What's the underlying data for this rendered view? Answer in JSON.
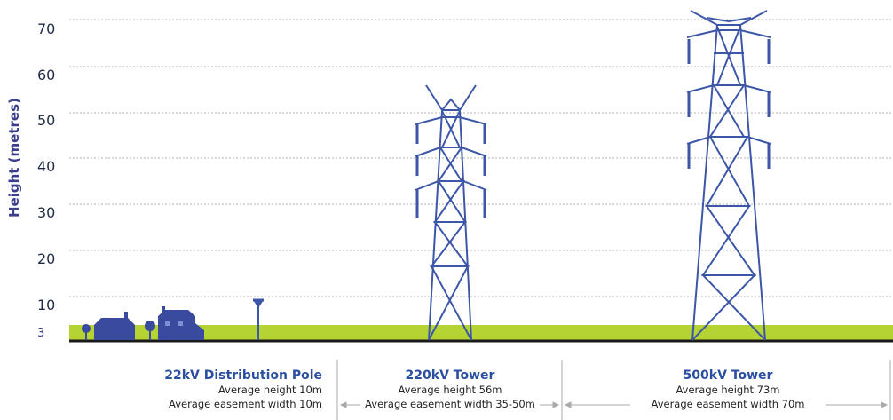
{
  "chart": {
    "ylabel": "Height (metres)",
    "ticks": [
      "70",
      "60",
      "50",
      "40",
      "30",
      "20",
      "10"
    ],
    "ground_tick": "3"
  },
  "panels": [
    {
      "title": "22kV Distribution Pole",
      "line1": "Average height 10m",
      "line2": "Average easement width 10m"
    },
    {
      "title": "220kV Tower",
      "line1": "Average height 56m",
      "line2": "Average easement width 35-50m"
    },
    {
      "title": "500kV Tower",
      "line1": "Average height 73m",
      "line2": "Average easement width 70m"
    }
  ],
  "colors": {
    "structure": "#3c56a8",
    "house": "#3a4a9e",
    "ground": "#b5d332",
    "baseline": "#1a1a1a",
    "gridline": "#b0b0b0"
  },
  "icons": [
    "house-icon",
    "tree-icon",
    "pole-icon",
    "tower-icon"
  ]
}
